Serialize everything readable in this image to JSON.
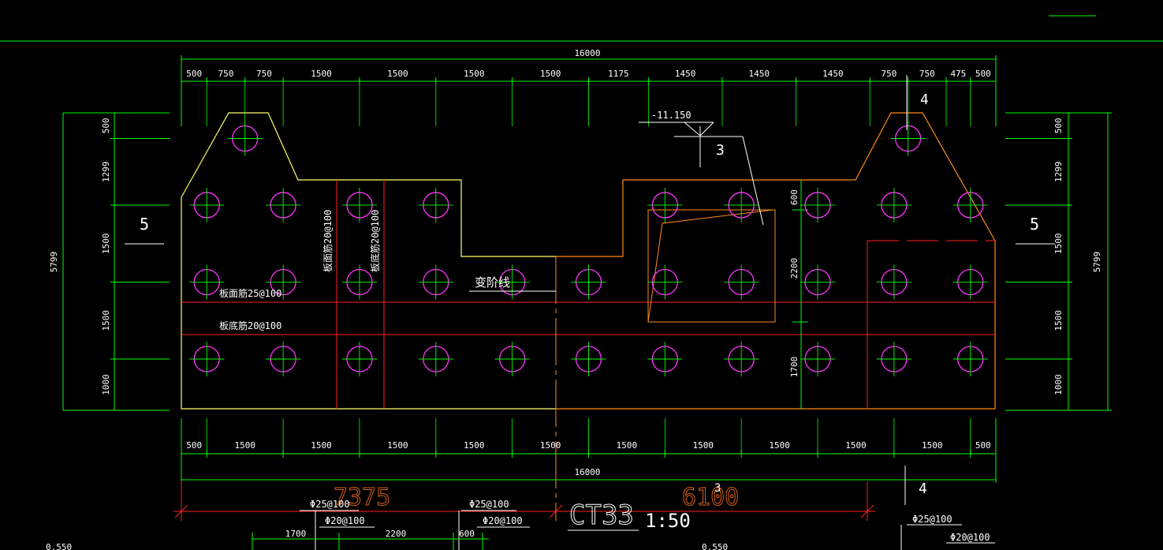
{
  "colors": {
    "background": "#000000",
    "dimension": "#00ff00",
    "outline_yellow": "#ffff66",
    "outline_orange": "#ff8a1a",
    "rebar_red": "#ff2020",
    "pile": "#ff33ff",
    "text": "#ffffff",
    "label_orange": "#d9621f"
  },
  "top_dims": {
    "overall": "16000",
    "segments": [
      "500",
      "750",
      "750",
      "1500",
      "1500",
      "1500",
      "1500",
      "1175",
      "1450",
      "1450",
      "1450",
      "750",
      "750",
      "475",
      "500"
    ]
  },
  "bottom_dims": {
    "overall": "16000",
    "segments": [
      "500",
      "1500",
      "1500",
      "1500",
      "1500",
      "1500",
      "1500",
      "1500",
      "1500",
      "1500",
      "1500",
      "500"
    ]
  },
  "left_dims": {
    "overall": "5799",
    "segments": [
      "500",
      "1299",
      "1500",
      "1500",
      "1000"
    ]
  },
  "right_dims": {
    "overall": "5799",
    "segments": [
      "500",
      "1299",
      "1500",
      "1500",
      "1000"
    ]
  },
  "inner_dims": [
    "600",
    "2200",
    "1700"
  ],
  "section_marks": {
    "left": "5",
    "right": "5",
    "top_right": "4",
    "bottom_right": "4",
    "elevation_mark": "3",
    "bottom_mark": "3"
  },
  "elevation": "-11.150",
  "labels": {
    "rebar_top_25": "板面筋25@100",
    "rebar_bottom_20": "板底筋20@100",
    "rebar_v_top_20": "板面筋20@100",
    "rebar_v_bottom_20": "板底筋20@100",
    "step_line": "变阶线"
  },
  "bottom_strip": {
    "dim_left": "7375",
    "dim_right": "6100",
    "title": "CT33",
    "scale": "1:50",
    "rebar_a1": "Φ25@100",
    "rebar_a2": "Φ20@100",
    "rebar_b1": "Φ25@100",
    "rebar_b2": "Φ20@100",
    "rebar_c1": "Φ25@100",
    "rebar_c2": "Φ20@100",
    "dim_1700": "1700",
    "dim_2200": "2200",
    "dim_600": "600",
    "level_left": "0.550",
    "level_mid": "0.550"
  }
}
